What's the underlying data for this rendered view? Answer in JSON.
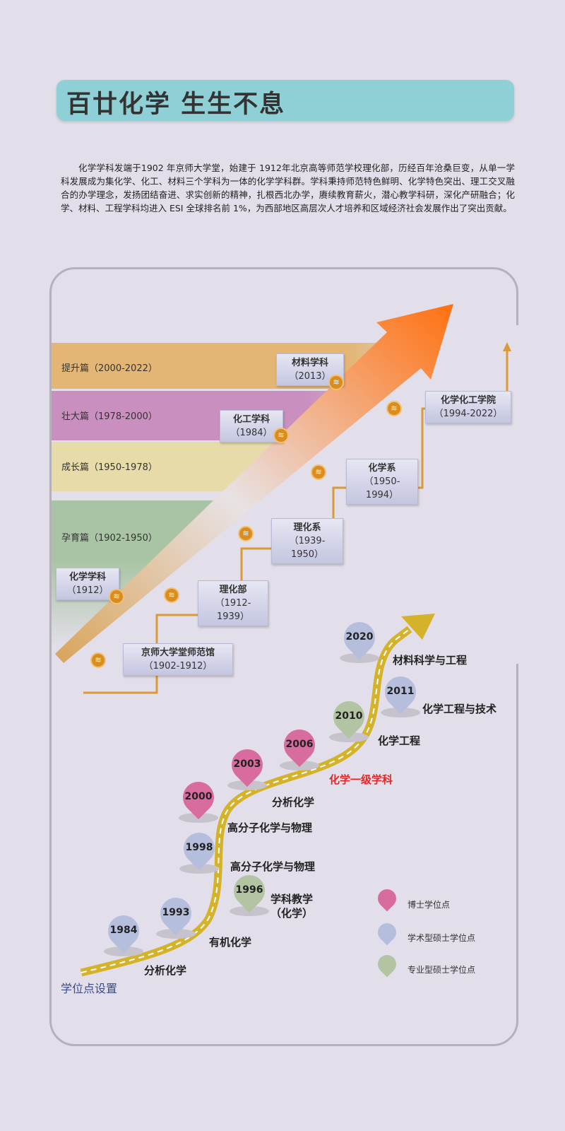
{
  "title": "百廿化学  生生不息",
  "intro": "化学学科发端于1902 年京师大学堂，始建于 1912年北京高等师范学校理化部，历经百年沧桑巨变，从单一学科发展成为集化学、化工、材料三个学科为一体的化学学科群。学科秉持师范特色鲜明、化学特色突出、理工交叉融合的办学理念，发扬团结奋进、求实创新的精神，扎根西北办学，赓续教育薪火，潜心教学科研，深化产研融合；化学、材料、工程学科均进入 ESI 全球排名前 1%，为西部地区高层次人才培养和区域经济社会发展作出了突出贡献。",
  "phases": [
    {
      "label": "提升篇（2000-2022）",
      "color": "#e3b676"
    },
    {
      "label": "壮大篇（1978-2000）",
      "color": "#c98fbe"
    },
    {
      "label": "成长篇（1950-1978）",
      "color": "#e7dba9"
    },
    {
      "label": "孕育篇（1902-1950）",
      "color": "#a9c4a4"
    }
  ],
  "disciplines": [
    {
      "name": "材料学科",
      "year": "（2013）"
    },
    {
      "name": "化工学科",
      "year": "（1984）"
    },
    {
      "name": "化学学科",
      "year": "（1912）"
    }
  ],
  "stairs": [
    {
      "name": "京师大学堂师范馆",
      "year": "（1902-1912）"
    },
    {
      "name": "理化部",
      "year": "（1912-1939）"
    },
    {
      "name": "理化系",
      "year": "（1939-1950）"
    },
    {
      "name": "化学系",
      "year": "（1950-1994）"
    },
    {
      "name": "化学化工学院",
      "year": "（1994-2022）"
    }
  ],
  "degree_title": "学位点设置",
  "pins": [
    {
      "year": "1984",
      "type": "master"
    },
    {
      "year": "1993",
      "type": "master"
    },
    {
      "year": "1996",
      "type": "professional"
    },
    {
      "year": "1998",
      "type": "master"
    },
    {
      "year": "2000",
      "type": "doctor"
    },
    {
      "year": "2003",
      "type": "doctor"
    },
    {
      "year": "2006",
      "type": "doctor"
    },
    {
      "year": "2010",
      "type": "professional"
    },
    {
      "year": "2011",
      "type": "master"
    },
    {
      "year": "2020",
      "type": "master"
    }
  ],
  "labels": [
    "分析化学",
    "有机化学",
    "学科教学",
    "（化学）",
    "高分子化学与物理",
    "高分子化学与物理",
    "分析化学",
    "化学一级学科",
    "化学工程",
    "化学工程与技术",
    "材料科学与工程"
  ],
  "legend": [
    {
      "label": "博士学位点",
      "color": "#d86c9e"
    },
    {
      "label": "学术型硕士学位点",
      "color": "#b6bedd"
    },
    {
      "label": "专业型硕士学位点",
      "color": "#b2c4a2"
    }
  ],
  "colors": {
    "doctor": "#d86c9e",
    "master": "#b6bedd",
    "professional": "#b2c4a2",
    "road": "#d4b22a",
    "accent_red": "#e02828"
  }
}
